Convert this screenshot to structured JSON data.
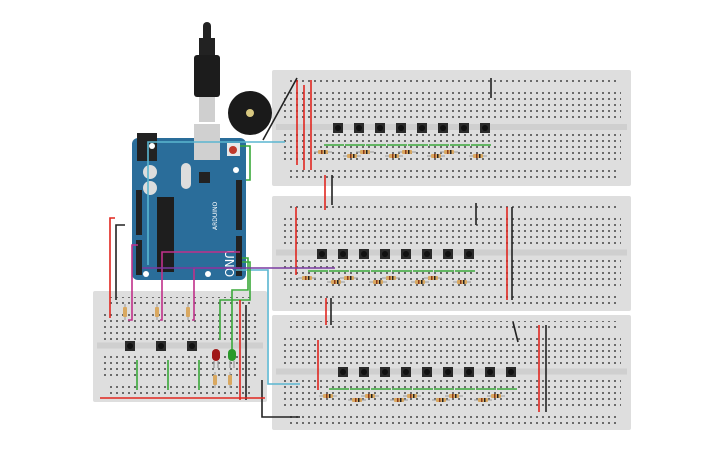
{
  "board": {
    "brand": "ARDUINO",
    "model": "UNO"
  },
  "colors": {
    "breadboard": "#dedede",
    "arduino": "#2a6d9a",
    "wire_red": "#e0261f",
    "wire_black": "#222222",
    "wire_green": "#3aa83a",
    "wire_magenta": "#c0308a",
    "wire_purple": "#7a3aa0",
    "wire_cyan": "#5ab6d0",
    "led_red": "#a01818",
    "led_green": "#2a9a2a"
  },
  "components": {
    "breadboards": 4,
    "pushbuttons_per_row": [
      8,
      8,
      9,
      3
    ],
    "leds": [
      "red",
      "green"
    ],
    "buzzer": 1
  }
}
